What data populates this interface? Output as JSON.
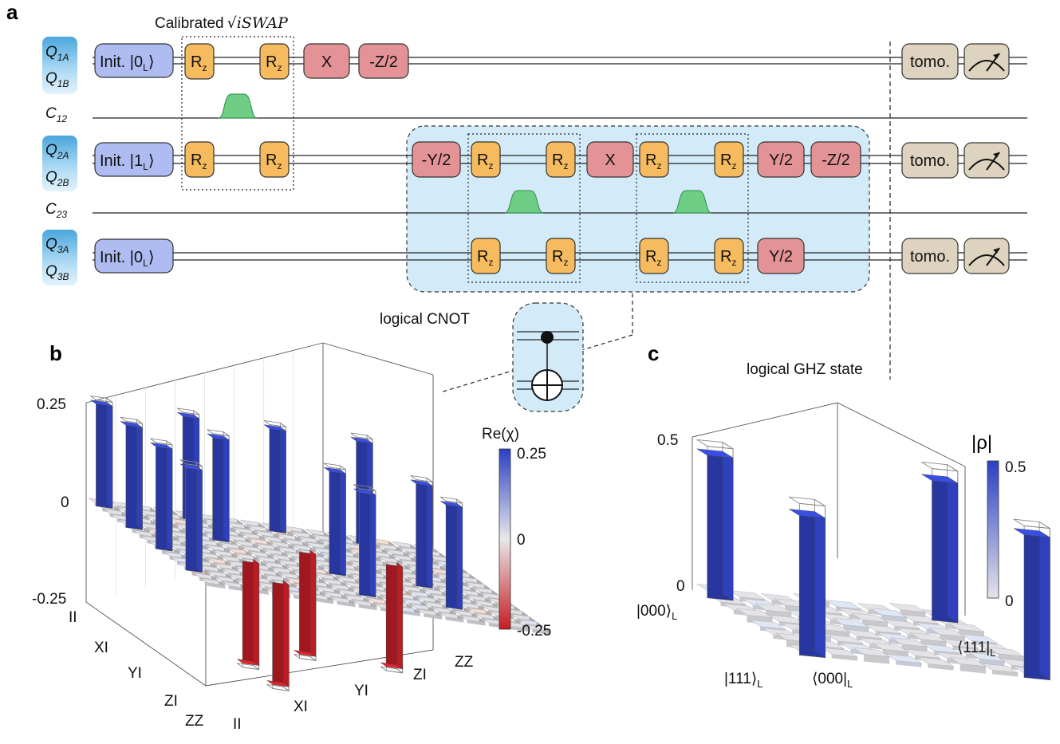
{
  "panels": {
    "a": "a",
    "b": "b",
    "c": "c"
  },
  "colors": {
    "init": "#aebcf2",
    "rz": "#f6bb5e",
    "pulse_gate": "#e39395",
    "coupler_pulse": "#6fce86",
    "tomo": "#ddd3bf",
    "cnot_region": "#d3ebf9",
    "qubit_label": "#5fb4e3",
    "bar_blue": "#3346cc",
    "bar_red": "#cc1f28"
  },
  "circuit": {
    "iswap_caption": "Calibrated",
    "iswap_symbol": "√iSWAP",
    "qubits": [
      {
        "top": "Q",
        "top_sub": "1A",
        "bottom": "Q",
        "bottom_sub": "1B",
        "init": "Init. |0",
        "init_sub": "L",
        "init_close": "⟩"
      },
      {
        "top": "Q",
        "top_sub": "2A",
        "bottom": "Q",
        "bottom_sub": "2B",
        "init": "Init. |1",
        "init_sub": "L",
        "init_close": "⟩"
      },
      {
        "top": "Q",
        "top_sub": "3A",
        "bottom": "Q",
        "bottom_sub": "3B",
        "init": "Init. |0",
        "init_sub": "L",
        "init_close": "⟩"
      }
    ],
    "couplers": [
      {
        "main": "C",
        "sub": "12"
      },
      {
        "main": "C",
        "sub": "23"
      }
    ],
    "rz": {
      "main": "R",
      "sub": "z"
    },
    "q1_gates": [
      "X",
      "-Z/2"
    ],
    "q2_gates": [
      "-Y/2",
      "X",
      "Y/2",
      "-Z/2"
    ],
    "q3_gates": [
      "Y/2"
    ],
    "tomo": "tomo.",
    "measure_icon": "meter-icon",
    "cnot_label": "logical CNOT",
    "ghz_label": "logical GHZ state"
  },
  "chart_data": [
    {
      "panel": "b",
      "type": "bar3d",
      "title": "",
      "colorbar_title": "Re(χ)",
      "colorbar_ticks": [
        "0.25",
        "0",
        "-0.25"
      ],
      "zticks": [
        "0.25",
        "0",
        "-0.25"
      ],
      "zlim": [
        -0.25,
        0.25
      ],
      "row_labels": [
        "II",
        "XI",
        "YI",
        "ZI",
        "ZZ"
      ],
      "col_labels": [
        "II",
        "XI",
        "YI",
        "ZI",
        "ZZ"
      ],
      "grid_size": 16,
      "dominant_elements": [
        {
          "pos": "II-II",
          "value": 0.25
        },
        {
          "pos": "II-XI",
          "value": 0.25
        },
        {
          "pos": "II-YI",
          "value": 0.25
        },
        {
          "pos": "II-ZI",
          "value": 0.25
        },
        {
          "pos": "XI-II",
          "value": 0.25
        },
        {
          "pos": "XI-XI",
          "value": 0.25
        },
        {
          "pos": "XI-YI",
          "value": -0.25
        },
        {
          "pos": "XI-ZI",
          "value": -0.25
        },
        {
          "pos": "YI-II",
          "value": 0.25
        },
        {
          "pos": "YI-XI",
          "value": -0.25
        },
        {
          "pos": "YI-YI",
          "value": 0.25
        },
        {
          "pos": "YI-ZI",
          "value": 0.25
        },
        {
          "pos": "ZI-II",
          "value": 0.25
        },
        {
          "pos": "ZI-XI",
          "value": -0.25
        },
        {
          "pos": "ZI-YI",
          "value": 0.25
        },
        {
          "pos": "ZI-ZI",
          "value": 0.25
        }
      ]
    },
    {
      "panel": "c",
      "type": "bar3d",
      "title": "",
      "colorbar_title": "|ρ|",
      "colorbar_ticks": [
        "0.5",
        "0"
      ],
      "zticks": [
        "0.5",
        "0"
      ],
      "zlim": [
        0,
        0.5
      ],
      "axis_labels": {
        "row_first": "|000⟩",
        "row_last": "|111⟩",
        "col_first": "⟨000|",
        "col_last": "⟨111|",
        "sub": "L"
      },
      "grid_size": 8,
      "dominant_elements": [
        {
          "pos": "000-000",
          "value": 0.47
        },
        {
          "pos": "000-111",
          "value": 0.46
        },
        {
          "pos": "111-000",
          "value": 0.46
        },
        {
          "pos": "111-111",
          "value": 0.47
        }
      ],
      "ideal_value": 0.5
    }
  ]
}
